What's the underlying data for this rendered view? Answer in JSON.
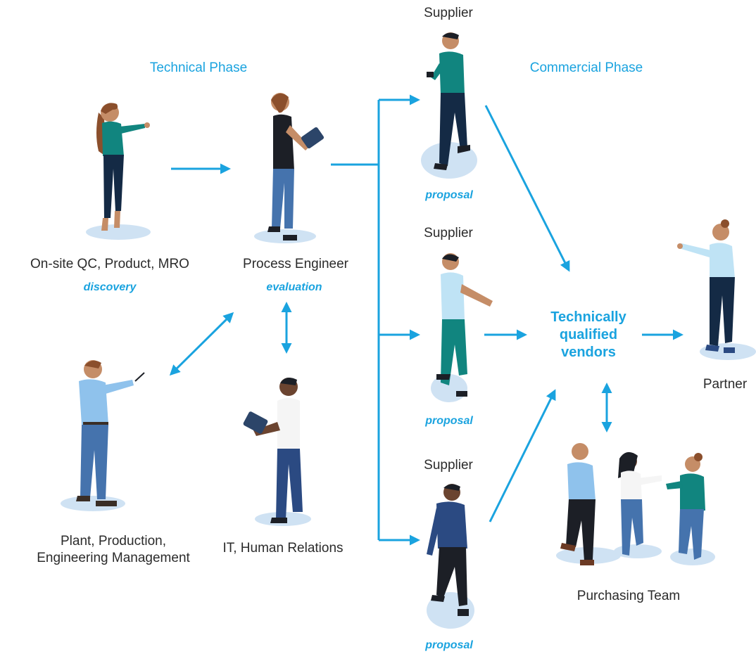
{
  "phases": {
    "technical": "Technical Phase",
    "commercial": "Commercial Phase"
  },
  "roles": {
    "onsite": "On-site QC, Product, MRO",
    "process_engineer": "Process Engineer",
    "plant": "Plant, Production, Engineering Management",
    "it_hr": "IT, Human Relations",
    "partner": "Partner",
    "purchasing": "Purchasing Team"
  },
  "suppliers": [
    {
      "label": "Supplier",
      "note": "proposal"
    },
    {
      "label": "Supplier",
      "note": "proposal"
    },
    {
      "label": "Supplier",
      "note": "proposal"
    }
  ],
  "stages": {
    "discovery": "discovery",
    "evaluation": "evaluation"
  },
  "center": "Technically qualified vendors",
  "colors": {
    "accent": "#1aa3df",
    "text": "#2b2b2b",
    "shadow": "#cfe2f3",
    "navy": "#142a45",
    "teal": "#11857f",
    "light_blue": "#8fc2ec"
  }
}
